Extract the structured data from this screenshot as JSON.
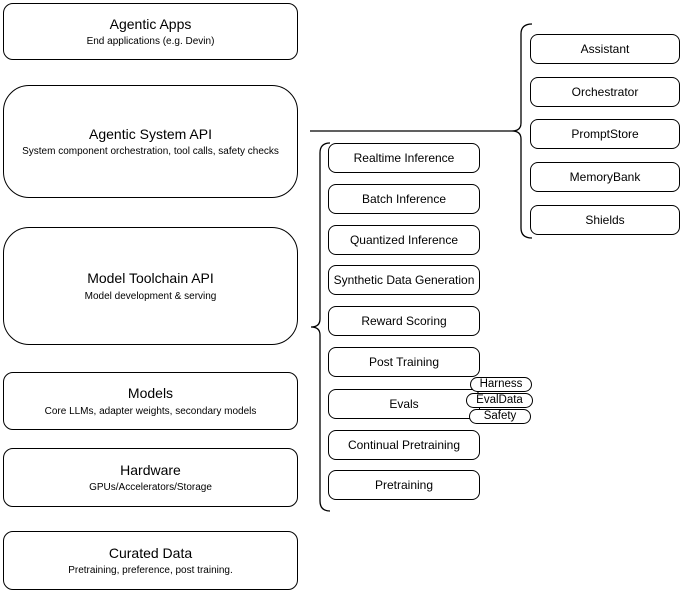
{
  "diagram": {
    "background_color": "#ffffff",
    "stroke_color": "#000000",
    "text_color": "#000000",
    "left_stack": [
      {
        "title": "Agentic Apps",
        "subtitle": "End applications (e.g. Devin)"
      },
      {
        "title": "Agentic System API",
        "subtitle": "System component orchestration, tool calls, safety checks"
      },
      {
        "title": "Model Toolchain API",
        "subtitle": "Model development & serving"
      },
      {
        "title": "Models",
        "subtitle": "Core LLMs, adapter weights, secondary models"
      },
      {
        "title": "Hardware",
        "subtitle": "GPUs/Accelerators/Storage"
      },
      {
        "title": "Curated Data",
        "subtitle": "Pretraining, preference, post training."
      }
    ],
    "toolchain_items": [
      "Realtime Inference",
      "Batch Inference",
      "Quantized Inference",
      "Synthetic Data Generation",
      "Reward Scoring",
      "Post Training",
      "Evals",
      "Continual Pretraining",
      "Pretraining"
    ],
    "evals_tags": [
      "Harness",
      "EvalData",
      "Safety"
    ],
    "system_items": [
      "Assistant",
      "Orchestrator",
      "PromptStore",
      "MemoryBank",
      "Shields"
    ]
  }
}
